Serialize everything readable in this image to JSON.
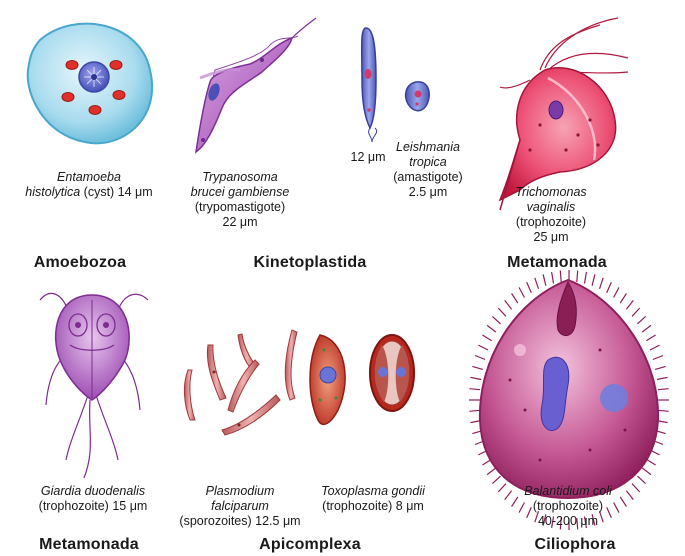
{
  "organisms": {
    "entamoeba": {
      "species": "Entamoeba\nhistolytica",
      "stage": " (cyst) 14 μm"
    },
    "trypanosoma": {
      "species": "Trypanosoma\nbrucei gambiense",
      "stage": "(trypomastigote)",
      "size": "22 μm"
    },
    "leishmania_promastigote": {
      "size": "12 μm"
    },
    "leishmania": {
      "species": "Leishmania\ntropica",
      "stage": "(amastigote)",
      "size": "2.5 μm"
    },
    "trichomonas": {
      "species": "Trichomonas\nvaginalis",
      "stage": "(trophozoite)",
      "size": "25 μm"
    },
    "giardia": {
      "species": "Giardia duodenalis",
      "stage": "(trophozoite) 15 μm"
    },
    "plasmodium": {
      "species": "Plasmodium\nfalciparum",
      "stage": "(sporozoites) 12.5 μm"
    },
    "toxoplasma": {
      "species": "Toxoplasma gondii",
      "stage": "(trophozoite) 8 μm"
    },
    "balantidium": {
      "species": "Balantidium coli",
      "stage": "(trophozoite)",
      "size": "40-200 μm"
    }
  },
  "groups": {
    "amoebozoa": "Amoebozoa",
    "kinetoplastida": "Kinetoplastida",
    "metamonada_top": "Metamonada",
    "metamonada_bottom": "Metamonada",
    "apicomplexa": "Apicomplexa",
    "ciliophora": "Ciliophora"
  },
  "colors": {
    "entamoeba_body": "#9ad4ea",
    "trypanosoma_body": "#b565c2",
    "leishmania_body": "#6c79cc",
    "trichomonas_body": "#e8345e",
    "giardia_body": "#b573c4",
    "plasmodium_body": "#dd8585",
    "toxoplasma_body": "#c23b2a",
    "balantidium_body": "#b8407f",
    "nucleus": "#6a73d6"
  }
}
